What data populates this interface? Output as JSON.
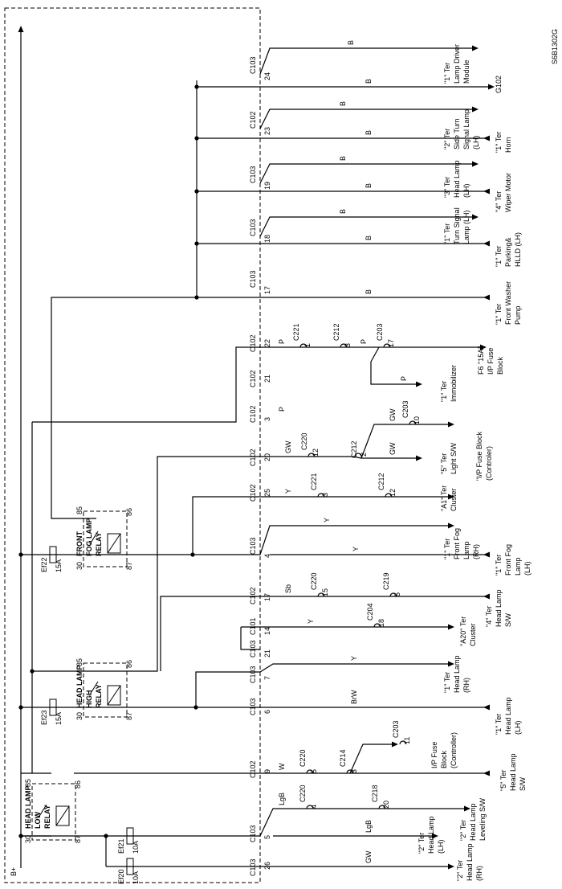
{
  "diagram_id": "S6B1302G",
  "power_label": "B+",
  "relays": {
    "low": {
      "lines": [
        "HEAD LAMP",
        "LOW",
        "RELAY"
      ],
      "pins": [
        "30",
        "87",
        "85",
        "86"
      ]
    },
    "high": {
      "lines": [
        "HEAD LAMP",
        "HIGH",
        "RELAY"
      ],
      "pins": [
        "30",
        "87",
        "85",
        "86"
      ]
    },
    "fog": {
      "lines": [
        "FRONT",
        "FOG LAMP",
        "RELAY"
      ],
      "pins": [
        "30",
        "87",
        "85",
        "86"
      ]
    }
  },
  "fuses": {
    "ef20": [
      "Ef20",
      "10A"
    ],
    "ef21": [
      "Ef21",
      "10A"
    ],
    "ef23": [
      "Ef23",
      "15A"
    ],
    "ef22": [
      "Ef22",
      "15A"
    ]
  },
  "circuits": [
    {
      "conn": "C103",
      "pin": "24",
      "wire": "B",
      "dest": [
        "\"1\" Ter",
        "Lamp Driver",
        "Module"
      ]
    },
    {
      "conn": "",
      "pin": "",
      "wire": "B",
      "dest": [
        "G102"
      ]
    },
    {
      "conn": "C102",
      "pin": "23",
      "wire": "B",
      "dest": [
        "\"2\" Ter",
        "Side Turn",
        "Signal Lamp",
        "(LH)"
      ]
    },
    {
      "conn": "",
      "pin": "",
      "wire": "B",
      "dest": [
        "\"1\" Ter",
        "Horn"
      ]
    },
    {
      "conn": "C103",
      "pin": "19",
      "wire": "B",
      "dest": [
        "\"3\" Ter",
        "Head Lamp",
        "(LH)"
      ]
    },
    {
      "conn": "",
      "pin": "",
      "wire": "B",
      "dest": [
        "\"4\" Ter",
        "Wiper Motor"
      ]
    },
    {
      "conn": "C103",
      "pin": "18",
      "wire": "B",
      "dest": [
        "\"1\" Ter",
        "Turn Signal",
        "Lamp (LH)"
      ]
    },
    {
      "conn": "",
      "pin": "",
      "wire": "B",
      "dest": [
        "\"1\" Ter",
        "Parking&",
        "HLLD (LH)"
      ]
    },
    {
      "conn": "C103",
      "pin": "17",
      "wire": "B",
      "dest": [
        "\"1\" Ter",
        "Front Washer",
        "Pump"
      ]
    },
    {
      "conn": "C102",
      "pin": "22",
      "wire": "P",
      "dest": [
        "F6 \"15A\"",
        "I/P Fuse",
        "Block"
      ]
    },
    {
      "conn": "",
      "pin": "",
      "wire": "P",
      "dest": [
        "\"1\" Ter",
        "Immobilizer"
      ]
    },
    {
      "conn": "C102",
      "pin": "21",
      "wire": "",
      "dest": []
    },
    {
      "conn": "C102",
      "pin": "3",
      "wire": "P",
      "dest": []
    },
    {
      "conn": "C102",
      "pin": "20",
      "wire": "GW",
      "dest": [
        "\"I/P Fuse Block",
        "(Controler)"
      ]
    },
    {
      "conn": "",
      "pin": "",
      "wire": "GW",
      "dest": [
        "\"5\" Ter",
        "Light S/W"
      ]
    },
    {
      "conn": "C102",
      "pin": "25",
      "wire": "Y",
      "dest": [
        "\"A1\" Ter",
        "Cluster"
      ]
    },
    {
      "conn": "C103",
      "pin": "4",
      "wire": "Y",
      "dest": [
        "\"1\" Ter",
        "Front Fog",
        "Lamp",
        "(RH)"
      ]
    },
    {
      "conn": "",
      "pin": "",
      "wire": "Y",
      "dest": [
        "\"1\" Ter",
        "Front Fog",
        "Lamp",
        "(LH)"
      ]
    },
    {
      "conn": "C102",
      "pin": "17",
      "wire": "Sb",
      "dest": [
        "\"4\" Ter",
        "Head Lamp",
        "S/W"
      ]
    },
    {
      "conn": "C101",
      "pin": "14",
      "wire": "Y",
      "dest": [
        "\"A20\" Ter",
        "Cluster"
      ]
    },
    {
      "conn": "C103",
      "pin": "21",
      "wire": "",
      "dest": []
    },
    {
      "conn": "C103",
      "pin": "7",
      "wire": "Y",
      "dest": [
        "\"1\" Ter",
        "Head Lamp",
        "(RH)"
      ]
    },
    {
      "conn": "C103",
      "pin": "6",
      "wire": "BrW",
      "dest": [
        "\"1\" Ter",
        "Head Lamp",
        "(LH)"
      ]
    },
    {
      "conn": "C102",
      "pin": "9",
      "wire": "W",
      "dest": [
        "I/P Fuse",
        "Block",
        "(Controller)"
      ]
    },
    {
      "conn": "",
      "pin": "",
      "wire": "W",
      "dest": [
        "\"5\" Ter",
        "Head Lamp",
        "S/W"
      ]
    },
    {
      "conn": "C103",
      "pin": "5",
      "wire": "LgB",
      "dest": [
        "\"2\" Ter",
        "Head Lamp",
        "Leveling S/W"
      ]
    },
    {
      "conn": "",
      "pin": "",
      "wire": "LgB",
      "dest": [
        "\"2\" Ter",
        "Head Lamp",
        "(LH)"
      ]
    },
    {
      "conn": "C103",
      "pin": "26",
      "wire": "GW",
      "dest": [
        "\"2\" Ter",
        "Head Lamp",
        "(RH)"
      ]
    }
  ],
  "inline_connectors": [
    {
      "name": "C221",
      "pin": "1",
      "wire_after": "P"
    },
    {
      "name": "C212",
      "pin": "3",
      "wire_after": "P"
    },
    {
      "name": "C203",
      "pin": "17",
      "wire_after": ""
    },
    {
      "name": "C220",
      "pin": "12",
      "wire_after": "GW"
    },
    {
      "name": "C212",
      "pin": "2",
      "wire_after": "GW"
    },
    {
      "name": "C203",
      "pin": "10",
      "wire_after": ""
    },
    {
      "name": "C221",
      "pin": "3",
      "wire_after": "Y"
    },
    {
      "name": "C212",
      "pin": "12",
      "wire_after": "Y"
    },
    {
      "name": "C220",
      "pin": "15",
      "wire_after": "Sb"
    },
    {
      "name": "C219",
      "pin": "5",
      "wire_after": "Sb"
    },
    {
      "name": "C204",
      "pin": "18",
      "wire_after": "Y"
    },
    {
      "name": "C220",
      "pin": "5",
      "wire_after": "W"
    },
    {
      "name": "C214",
      "pin": "3",
      "wire_after": "W"
    },
    {
      "name": "C203",
      "pin": "11",
      "wire_after": ""
    },
    {
      "name": "C220",
      "pin": "4",
      "wire_after": "LgB"
    },
    {
      "name": "C218",
      "pin": "20",
      "wire_after": "LgB"
    }
  ]
}
